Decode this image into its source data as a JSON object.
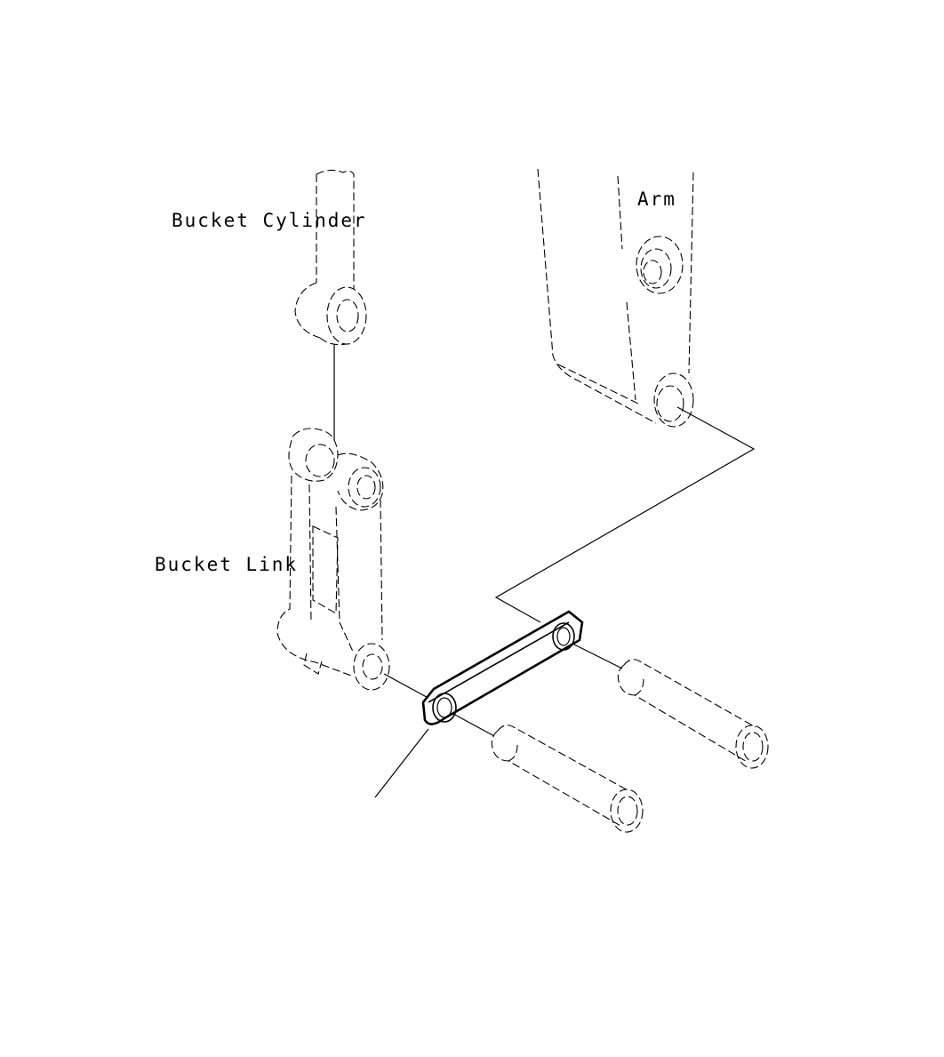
{
  "labels": {
    "bucket_cylinder": "Bucket Cylinder",
    "bucket_link": "Bucket Link",
    "arm": "Arm"
  },
  "colors": {
    "line": "#000000",
    "background": "#ffffff"
  }
}
